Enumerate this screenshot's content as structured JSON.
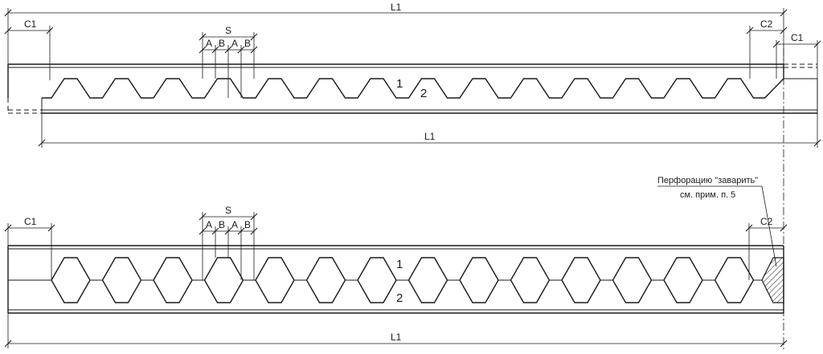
{
  "dimensions": {
    "top": {
      "L1_top": "L1",
      "C1_left": "C1",
      "S": "S",
      "A1": "A",
      "B1": "B",
      "A2": "A",
      "B2": "B",
      "C2_right": "C2",
      "C1_right": "C1",
      "L1_bottom": "L1"
    },
    "bottom": {
      "C1_left": "C1",
      "S": "S",
      "A1": "A",
      "B1": "B",
      "A2": "A",
      "B2": "B",
      "C2_right": "C2",
      "L1_bottom": "L1"
    }
  },
  "part_labels": {
    "top": {
      "part1": "1",
      "part2": "2"
    },
    "bottom": {
      "part1": "1",
      "part2": "2"
    }
  },
  "note": {
    "line1": "Перфорацию \"заварить\"",
    "line2": "см. прим. п. 5"
  }
}
